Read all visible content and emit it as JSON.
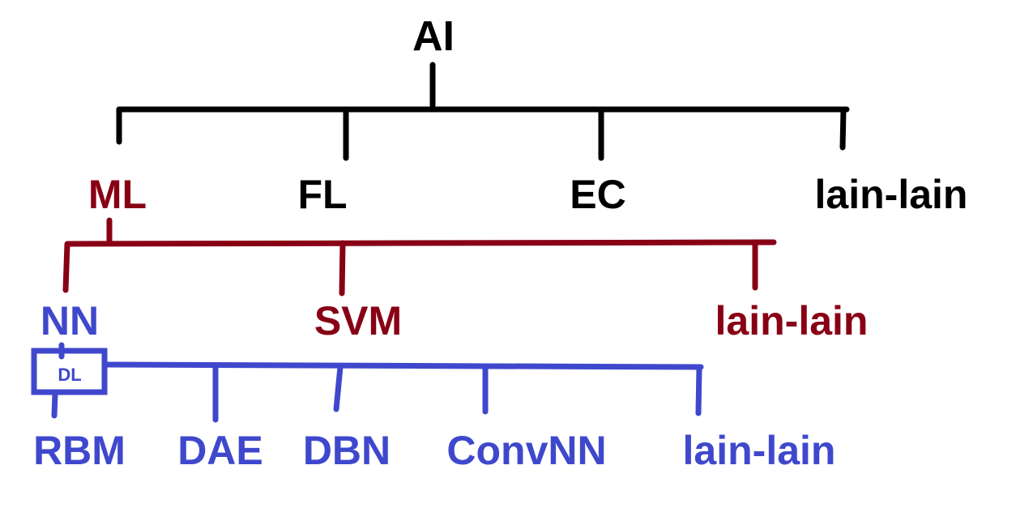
{
  "colors": {
    "level0": "#000000",
    "ml_branch": "#880015",
    "nn_branch": "#3f48cc"
  },
  "root": {
    "label": "AI"
  },
  "ai_children": [
    {
      "label": "ML"
    },
    {
      "label": "FL"
    },
    {
      "label": "EC"
    },
    {
      "label": "lain-lain"
    }
  ],
  "ml_children": [
    {
      "label": "NN"
    },
    {
      "label": "SVM"
    },
    {
      "label": "lain-lain"
    }
  ],
  "dl_box": {
    "label": "DL"
  },
  "dl_children": [
    {
      "label": "RBM"
    },
    {
      "label": "DAE"
    },
    {
      "label": "DBN"
    },
    {
      "label": "ConvNN"
    },
    {
      "label": "lain-lain"
    }
  ]
}
